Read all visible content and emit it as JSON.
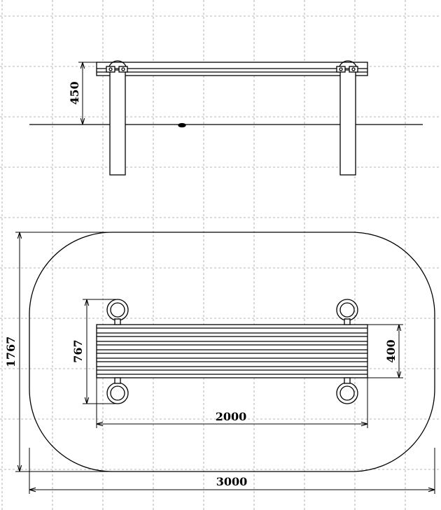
{
  "drawing": {
    "colors": {
      "line": "#000000",
      "grid": "#a0a0a0",
      "background": "#ffffff"
    },
    "dimensions": {
      "seat_height": "450",
      "frame_depth": "767",
      "safety_zone_depth": "1767",
      "seat_depth": "400",
      "seat_length": "2000",
      "safety_zone_length": "3000"
    }
  }
}
